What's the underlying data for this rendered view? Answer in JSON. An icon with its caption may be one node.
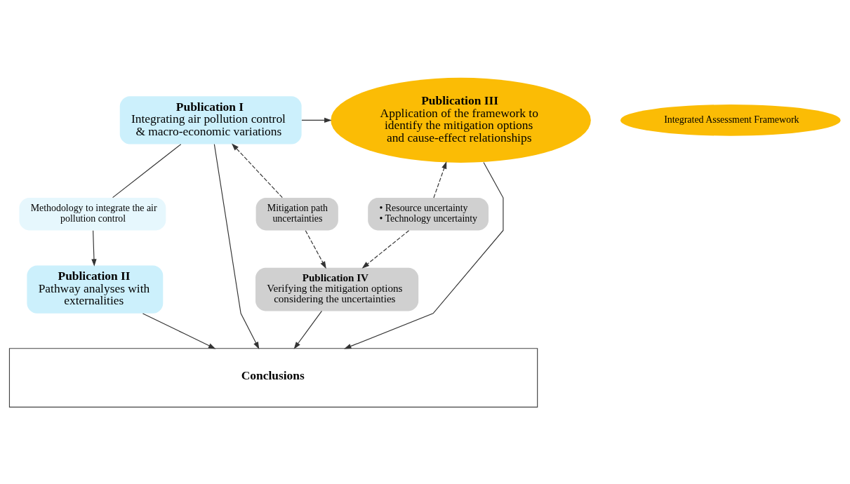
{
  "diagram": {
    "nodes": [
      {
        "text": [
          "Publication I",
          "Integrating air pollution control & macro-economic variations"
        ]
      },
      {
        "text": [
          "Integrated Assessment Framework"
        ]
      },
      {
        "text": [
          "Publication III",
          "Application of the framework to identify the mitigation options and cause-effect relationships"
        ]
      },
      {
        "text": [
          "Methodology to integrate the air pollution control"
        ]
      },
      {
        "text": [
          "Publication II",
          "Pathway analyses with externalities"
        ]
      },
      {
        "text": [
          "Mitigation path uncertainties"
        ]
      },
      {
        "text": [
          "• Resource uncertainty",
          "• Technology uncertainty"
        ]
      },
      {
        "text": [
          "Publication IV",
          "Verifying the mitigation options considering the uncertainties"
        ]
      },
      {
        "text": [
          "Conclusions"
        ]
      }
    ],
    "edges": [
      {
        "from": 0,
        "to": 2,
        "arrow": "to"
      },
      {
        "from": 0,
        "to": 3,
        "arrow": "none"
      },
      {
        "from": 3,
        "to": 4,
        "arrow": "to"
      },
      {
        "from": 5,
        "to": 0,
        "arrow": "to",
        "style": "dashed"
      },
      {
        "from": 5,
        "to": 7,
        "arrow": "to",
        "style": "dashed"
      },
      {
        "from": 6,
        "to": 2,
        "arrow": "to",
        "style": "dashed"
      },
      {
        "from": 6,
        "to": 7,
        "arrow": "to",
        "style": "dashed"
      },
      {
        "from": 0,
        "to": 8,
        "arrow": "to"
      },
      {
        "from": 4,
        "to": 8,
        "arrow": "to"
      },
      {
        "from": 7,
        "to": 8,
        "arrow": "to"
      },
      {
        "from": 2,
        "to": 8,
        "arrow": "to"
      }
    ]
  }
}
